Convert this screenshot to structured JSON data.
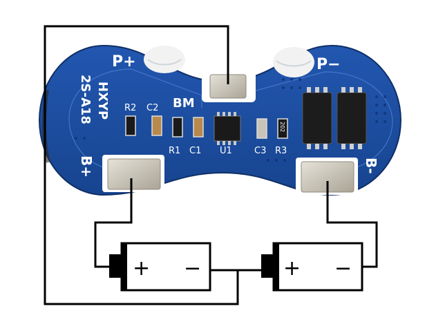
{
  "board": {
    "pad_p_plus": "P+",
    "pad_p_minus": "P−",
    "pad_b_plus": "B+",
    "pad_b_minus": "B-",
    "pad_bm": "BM",
    "brand_line1": "HXYP",
    "brand_line2": "2S-A18",
    "labels": {
      "r2": "R2",
      "c2": "C2",
      "r1": "R1",
      "c1": "C1",
      "u1": "U1",
      "c3": "C3",
      "r3": "R3",
      "resistor_code": "202"
    }
  },
  "batteries": [
    {
      "plus": "+",
      "minus": "−"
    },
    {
      "plus": "+",
      "minus": "−"
    }
  ],
  "colors": {
    "pcb": "#1d4fa3",
    "pcb_dark": "#163f86",
    "pad": "#c9c4b8",
    "wire": "#000000",
    "silk": "#ffffff"
  }
}
